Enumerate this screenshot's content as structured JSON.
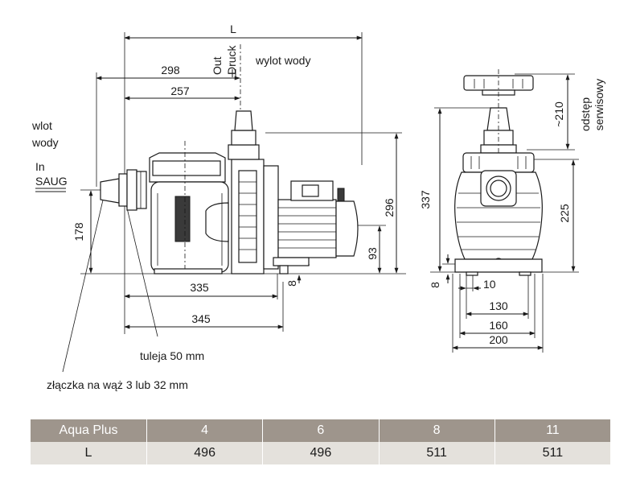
{
  "side_view": {
    "length_label": "L",
    "out_label": "Out",
    "druck_label": "Druck",
    "outlet_label": "wylot wody",
    "inlet_label_line1": "wlot",
    "inlet_label_line2": "wody",
    "in_label": "In",
    "saug_label": "SAUG",
    "dim_298": "298",
    "dim_257": "257",
    "dim_178": "178",
    "dim_296": "296",
    "dim_93": "93",
    "dim_8": "8",
    "dim_335": "335",
    "dim_345": "345",
    "sleeve_label": "tuleja 50 mm",
    "hose_label": "złączka na wąż 3 lub 32 mm"
  },
  "front_view": {
    "dim_210": "~210",
    "service_line1": "odstęp",
    "service_line2": "serwisowy",
    "dim_337": "337",
    "dim_225": "225",
    "dim_8": "8",
    "dim_10": "10",
    "dim_130": "130",
    "dim_160": "160",
    "dim_200": "200"
  },
  "table": {
    "header": [
      "Aqua Plus",
      "4",
      "6",
      "8",
      "11"
    ],
    "row": [
      "L",
      "496",
      "496",
      "511",
      "511"
    ]
  }
}
